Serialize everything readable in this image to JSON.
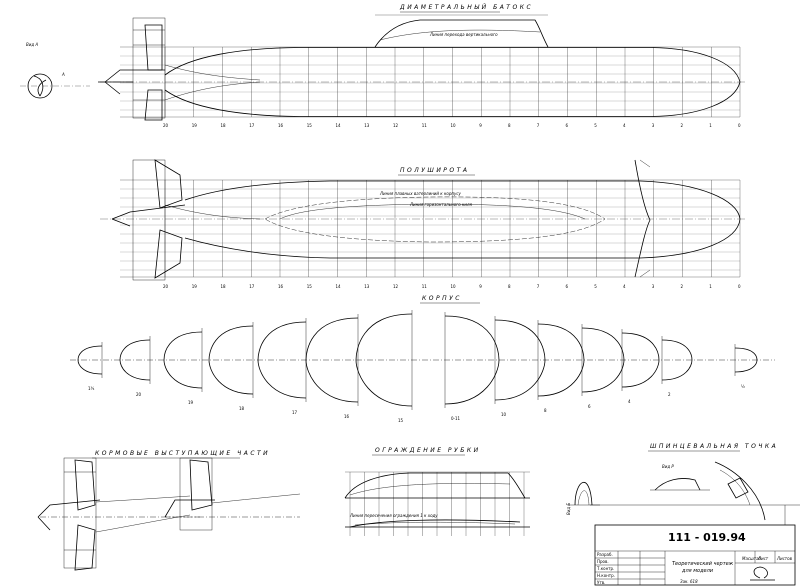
{
  "views": {
    "profile": {
      "title": "ДИАМЕТРАЛЬНЫЙ  БАТОКС"
    },
    "plan": {
      "title": "ПОЛУШИРОТА"
    },
    "body": {
      "title": "КОРПУС"
    },
    "appendages": {
      "title": "КОРМОВЫЕ ВЫСТУПАЮЩИЕ ЧАСТИ"
    },
    "fence": {
      "title": "ОГРАЖДЕНИЕ РУБКИ"
    },
    "shroud": {
      "title": "ШПИНЦЕВАЛЬНАЯ ТОЧКА"
    },
    "view_a": {
      "label": "Вид А"
    },
    "view_b": {
      "label": "Вид Б"
    },
    "view_v": {
      "label": "Вид Р"
    }
  },
  "title_block": {
    "doc_number": "111 - 019.94",
    "title_line1": "Теоретический чертеж",
    "title_line2": "для модели",
    "sub_code": "Зак. 618",
    "scale_label": "Масштаб",
    "sheet_label": "Лист",
    "sheets_label": "Листов",
    "rows": [
      "Разраб.",
      "Пров.",
      "Т.контр.",
      "Н.контр.",
      "Утв."
    ]
  },
  "station_labels": [
    "20",
    "19",
    "18",
    "17",
    "16",
    "15",
    "14",
    "13",
    "12",
    "11",
    "10",
    "9",
    "8",
    "7",
    "6",
    "5",
    "4",
    "3",
    "2",
    "1",
    "0"
  ],
  "section_labels": [
    "1¾",
    "20",
    "19",
    "18",
    "17",
    "16",
    "15",
    "0-11",
    "10",
    "8",
    "6",
    "4",
    "2",
    "½"
  ]
}
